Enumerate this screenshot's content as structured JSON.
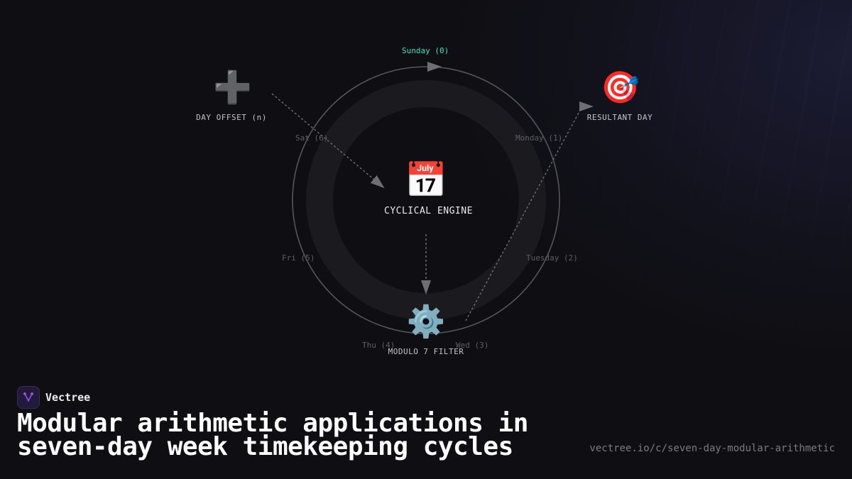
{
  "nodes": {
    "offset": {
      "icon": "heavy-plus-icon",
      "glyph": "➕",
      "label": "DAY OFFSET (n)"
    },
    "engine": {
      "icon": "calendar-icon",
      "glyph": "📅",
      "label": "CYCLICAL ENGINE"
    },
    "filter": {
      "icon": "gear-icon",
      "glyph": "⚙️",
      "label": "MODULO 7 FILTER"
    },
    "result": {
      "icon": "target-icon",
      "glyph": "🎯",
      "label": "RESULTANT DAY"
    }
  },
  "days": {
    "sunday": "Sunday (0)",
    "monday": "Monday (1)",
    "tuesday": "Tuesday (2)",
    "wednesday": "Wed (3)",
    "thursday": "Thu (4)",
    "friday": "Fri (5)",
    "saturday": "Sat (6)"
  },
  "brand": {
    "name": "Vectree"
  },
  "title": "Modular arithmetic applications in seven-day week timekeeping cycles",
  "url": "vectree.io/c/seven-day-modular-arithmetic",
  "colors": {
    "background": "#0f0f13",
    "active_day": "#3ee0c6",
    "inactive_day": "#5e5e64",
    "ring": "#55555b",
    "brand_accent": "#8a4fd8"
  }
}
